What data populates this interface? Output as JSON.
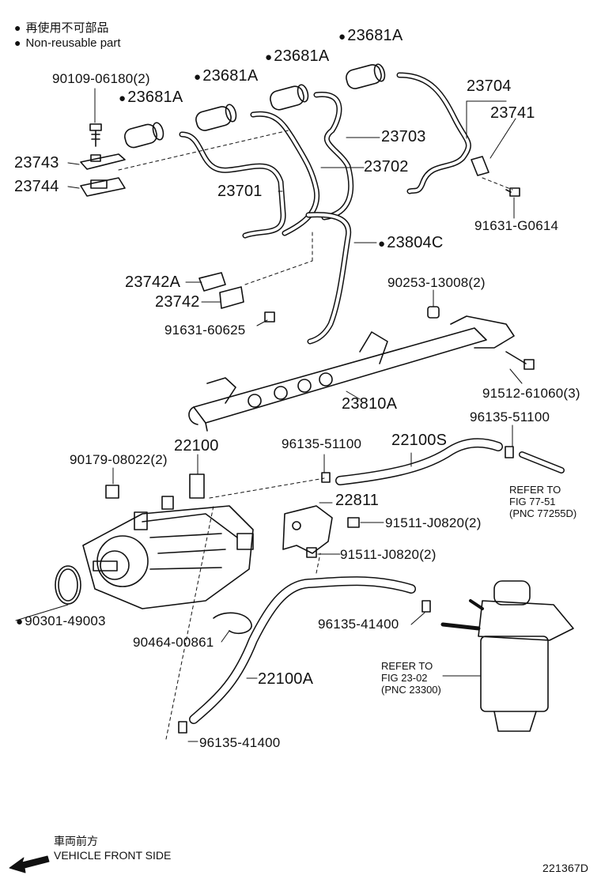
{
  "legend": {
    "line1": "再使用不可部品",
    "line2": "Non-reusable part",
    "bullet": "●"
  },
  "parts": {
    "p23681a_1": "23681A",
    "p23681a_2": "23681A",
    "p23681a_3": "23681A",
    "p23681a_4": "23681A",
    "p90109": "90109-06180(2)",
    "p23743": "23743",
    "p23744": "23744",
    "p23704": "23704",
    "p23741": "23741",
    "p23703": "23703",
    "p23702": "23702",
    "p23701": "23701",
    "p91631_g0614": "91631-G0614",
    "p23804c": "23804C",
    "p23742a": "23742A",
    "p23742": "23742",
    "p90253": "90253-13008(2)",
    "p91631_60625": "91631-60625",
    "p91512": "91512-61060(3)",
    "p23810a": "23810A",
    "p96135_51100_a": "96135-51100",
    "p22100": "22100",
    "p22100s": "22100S",
    "p96135_51100_b": "96135-51100",
    "p90179": "90179-08022(2)",
    "p22811": "22811",
    "p91511_1": "91511-J0820(2)",
    "p91511_2": "91511-J0820(2)",
    "p90301": "90301-49003",
    "p96135_41400_a": "96135-41400",
    "p90464": "90464-00861",
    "p22100a": "22100A",
    "p96135_41400_b": "96135-41400"
  },
  "refs": {
    "ref1_line1": "REFER TO",
    "ref1_line2": "FIG 77-51",
    "ref1_line3": "(PNC 77255D)",
    "ref2_line1": "REFER TO",
    "ref2_line2": "FIG 23-02",
    "ref2_line3": "(PNC 23300)"
  },
  "footer": {
    "front_jp": "車両前方",
    "front_en": "VEHICLE FRONT SIDE",
    "diagram_id": "221367D"
  }
}
